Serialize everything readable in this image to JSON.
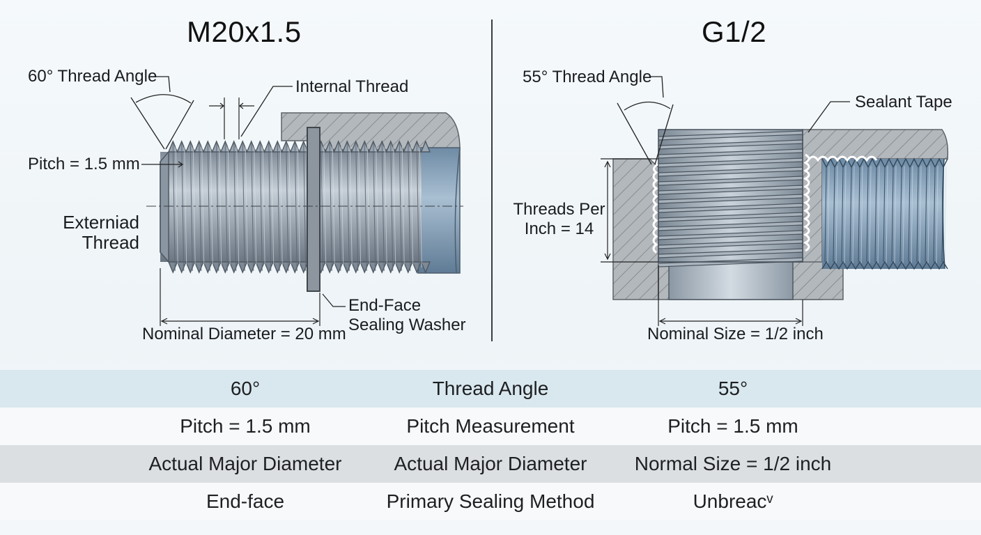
{
  "left_panel": {
    "title": "M20x1.5",
    "labels": {
      "thread_angle": "60° Thread Angle",
      "internal_thread": "Internal Thread",
      "pitch": "Pitch = 1.5 mm",
      "external_thread_line1": "Externiad",
      "external_thread_line2": "Thread",
      "washer_line1": "End-Face",
      "washer_line2": "Sealing Washer",
      "nominal_diameter": "Nominal Diameter = 20 mm"
    }
  },
  "right_panel": {
    "title": "G1/2",
    "labels": {
      "thread_angle": "55° Thread Angle",
      "sealant_tape": "Sealant Tape",
      "tpi_line1": "Threads Per",
      "tpi_line2": "Inch = 14",
      "nominal_size": "Nominal Size = 1/2 inch"
    }
  },
  "comparison_table": {
    "rows": [
      {
        "left": "60°",
        "attribute": "Thread Angle",
        "right": "55°",
        "background": "#d9e8ee"
      },
      {
        "left": "Pitch = 1.5 mm",
        "attribute": "Pitch Measurement",
        "right": "Pitch = 1.5 mm",
        "background": "#f7f9fa"
      },
      {
        "left": "Actual Major Diameter",
        "attribute": "Actual Major Diameter",
        "right": "Normal Size = 1/2 inch",
        "background": "#dcdfe1"
      },
      {
        "left": "End-face",
        "attribute": "Primary Sealing Method",
        "right": "Unbreacᵛ",
        "background": "#f7f9fa"
      }
    ]
  },
  "colors": {
    "metal_light": "#c9d3dc",
    "metal_mid": "#8e9ba7",
    "metal_dark": "#5f6c78",
    "internal_blue": "#7d9ab4",
    "hatch_fill": "#aeb4b9"
  }
}
